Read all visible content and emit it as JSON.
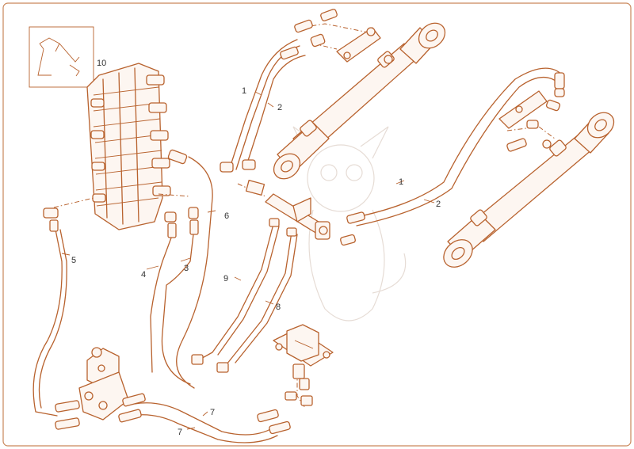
{
  "callouts": {
    "c10": "10",
    "c1a": "1",
    "c2a": "2",
    "c1b": "1",
    "c2b": "2",
    "c6": "6",
    "c5": "5",
    "c4": "4",
    "c3": "3",
    "c9": "9",
    "c8": "8",
    "c7a": "7",
    "c7b": "7"
  },
  "colors": {
    "line": "#b8622e",
    "frame": "#c9875a",
    "fill": "#fdf6f1",
    "text": "#333333"
  }
}
